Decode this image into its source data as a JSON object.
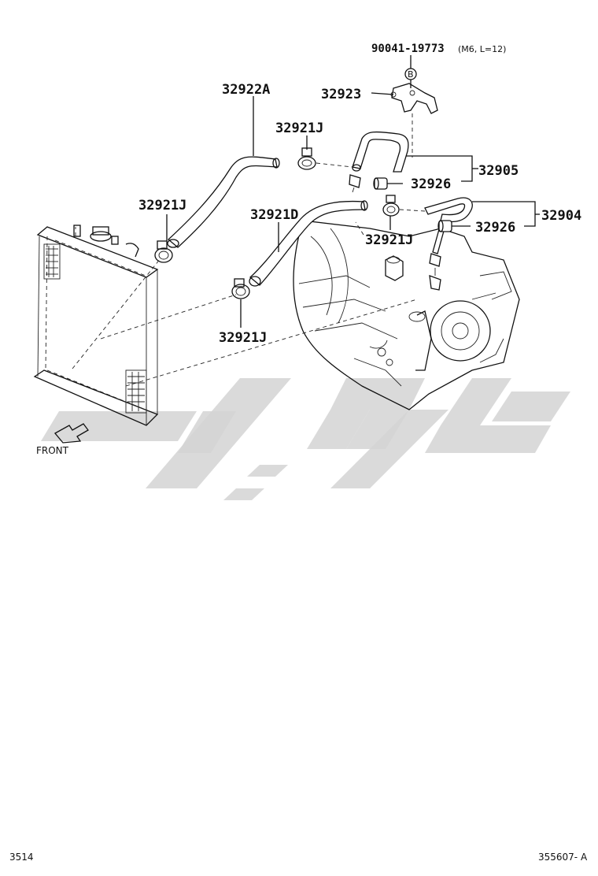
{
  "parts": {
    "bolt_number": "90041-19773",
    "bolt_spec": "(M6, L=12)",
    "callout_b": "B",
    "p32923": "32923",
    "p32922A": "32922A",
    "p32921J_top": "32921J",
    "p32921J_left": "32921J",
    "p32921D": "32921D",
    "p32921J_mid": "32921J",
    "p32921J_bottom": "32921J",
    "p32926_a": "32926",
    "p32905": "32905",
    "p32926_b": "32926",
    "p32904": "32904"
  },
  "front_label": "FRONT",
  "footer": {
    "page_number": "3514",
    "figure_code": "355607- A"
  },
  "colors": {
    "line": "#111111",
    "watermark": "#d3d3d3"
  }
}
